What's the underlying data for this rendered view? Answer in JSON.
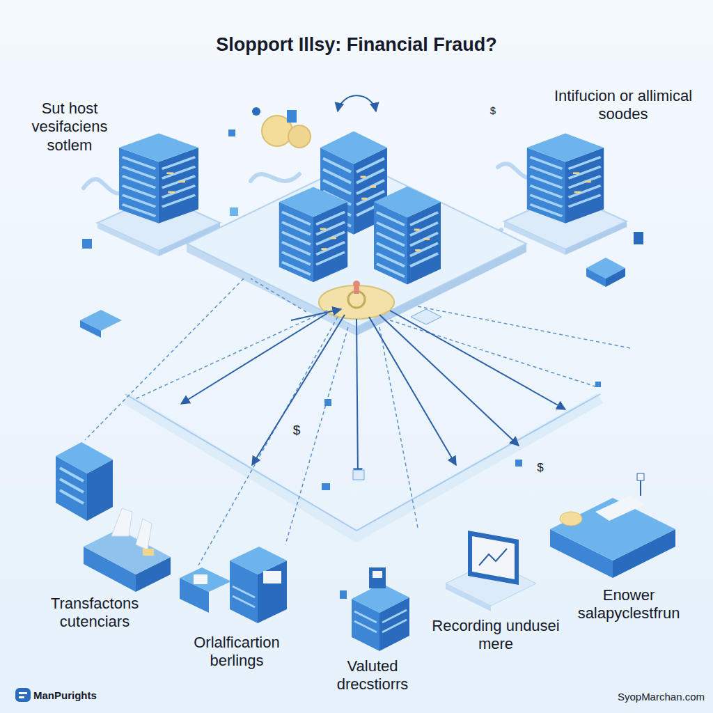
{
  "diagram": {
    "title": "Slopport Illsy: Financial Fraud?",
    "labels": [
      "Sut host vesifaciens sotlem",
      "Intifucion or allimical soodes",
      "$",
      "$",
      "$",
      "Transfactons cutenciars",
      "Orlalficartion berlings",
      "Valuted drecstiorrs",
      "Recording undusei mere",
      "Enower salapyclestfrun",
      "ManPurights",
      "SyopMarchan.com"
    ]
  }
}
